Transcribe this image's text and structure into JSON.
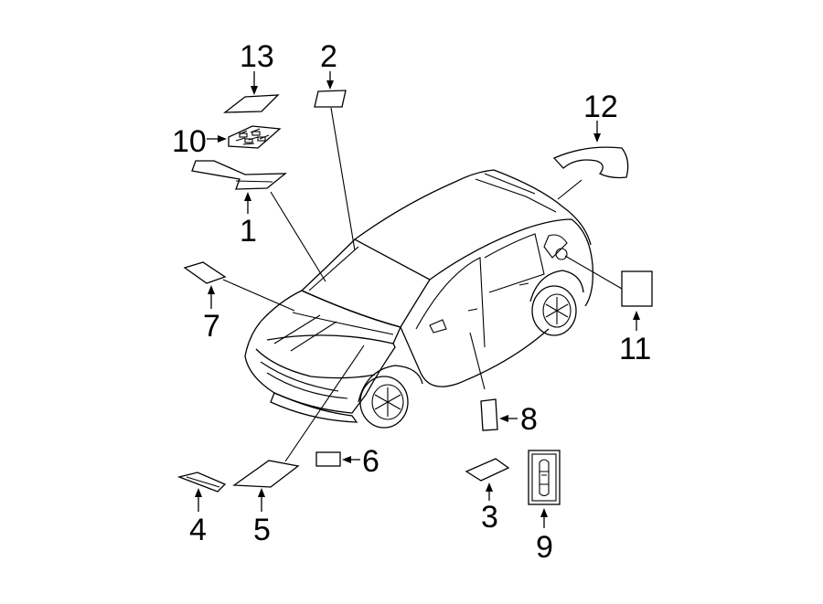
{
  "diagram": {
    "callouts": [
      {
        "id": "c1",
        "text": "1"
      },
      {
        "id": "c2",
        "text": "2"
      },
      {
        "id": "c3",
        "text": "3"
      },
      {
        "id": "c4",
        "text": "4"
      },
      {
        "id": "c5",
        "text": "5"
      },
      {
        "id": "c6",
        "text": "6"
      },
      {
        "id": "c7",
        "text": "7"
      },
      {
        "id": "c8",
        "text": "8"
      },
      {
        "id": "c9",
        "text": "9"
      },
      {
        "id": "c10",
        "text": "10"
      },
      {
        "id": "c11",
        "text": "11"
      },
      {
        "id": "c12",
        "text": "12"
      },
      {
        "id": "c13",
        "text": "13"
      }
    ],
    "colors": {
      "line": "#000000",
      "background": "#ffffff"
    }
  }
}
